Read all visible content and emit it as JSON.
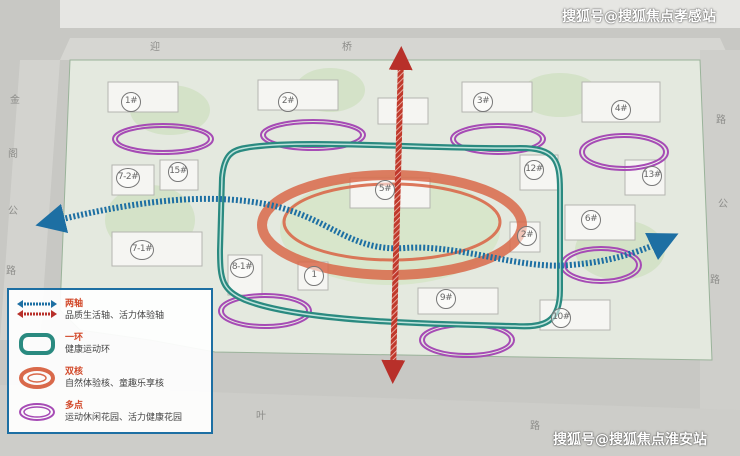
{
  "watermarks": {
    "top": "搜狐号@搜狐焦点孝感站",
    "bottom": "搜狐号@搜狐焦点淮安站"
  },
  "road_labels": {
    "top": [
      "迎",
      "桥"
    ],
    "left": [
      "金",
      "阁",
      "公",
      "路"
    ],
    "right": [
      "路",
      "公",
      "路"
    ],
    "bottom": [
      "叶",
      "路"
    ]
  },
  "buildings": [
    "1#",
    "2#",
    "3#",
    "4#",
    "5#",
    "6#",
    "7-2#",
    "15#",
    "7-1#",
    "8-1#",
    "9#",
    "10#",
    "12#",
    "13#",
    "2#",
    "1"
  ],
  "legend": {
    "items": [
      {
        "title": "两轴",
        "desc": "品质生活轴、活力体验轴"
      },
      {
        "title": "一环",
        "desc": "健康运动环"
      },
      {
        "title": "双核",
        "desc": "自然体验核、童趣乐享核"
      },
      {
        "title": "多点",
        "desc": "运动休闲花园、活力健康花园"
      }
    ]
  },
  "colors": {
    "axis_blue": "#1d6fa3",
    "axis_red": "#c0392b",
    "ring_teal": "#2a8a80",
    "core_orange": "#d9694a",
    "points_purple": "#a64bb5",
    "legend_border": "#1d6fa3"
  }
}
